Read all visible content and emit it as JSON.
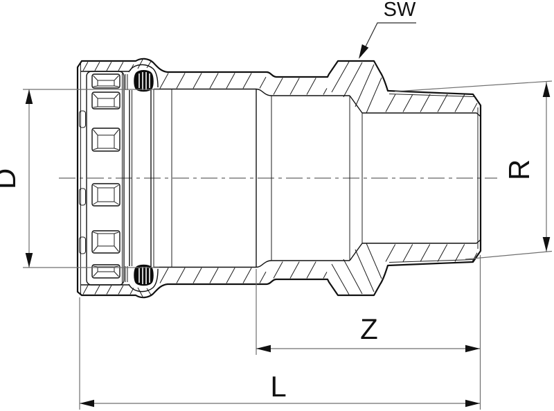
{
  "drawing": {
    "dimension_labels": {
      "d": "D",
      "r": "R",
      "sw": "SW",
      "z": "Z",
      "l": "L"
    },
    "colors": {
      "line": "#111111",
      "dimension": "#6f6f6f",
      "seal": "#0c0c0c",
      "background": "#ffffff"
    }
  }
}
